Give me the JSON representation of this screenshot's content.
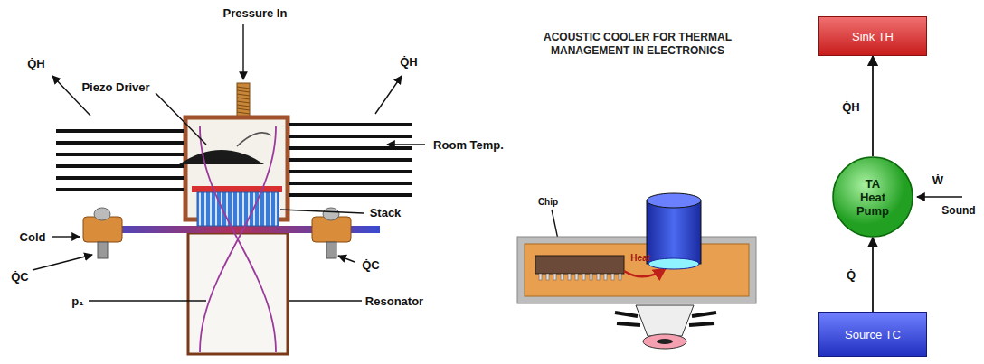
{
  "diagram": {
    "title": "ACOUSTIC COOLER FOR THERMAL MANAGEMENT IN ELECTRONICS",
    "nodes": [
      {
        "text": [
          "Sink TH"
        ]
      },
      {
        "text": [
          "TA Heat Pump"
        ]
      },
      {
        "text": [
          "Source TC"
        ]
      }
    ],
    "edges": [
      {
        "from": 2,
        "to": 1,
        "arrow": "to",
        "label": "Q̇"
      },
      {
        "from": 1,
        "to": 0,
        "arrow": "to",
        "label": "Q̇H"
      }
    ],
    "labels": [
      "Pressure In",
      "Q̇H",
      "Q̇H",
      "Piezo Driver",
      "Room Temp.",
      "Stack",
      "Cold",
      "Q̇C",
      "Q̇C",
      "p₁",
      "Resonator",
      "Chip",
      "Heat",
      "Ẇ",
      "Sound"
    ]
  }
}
